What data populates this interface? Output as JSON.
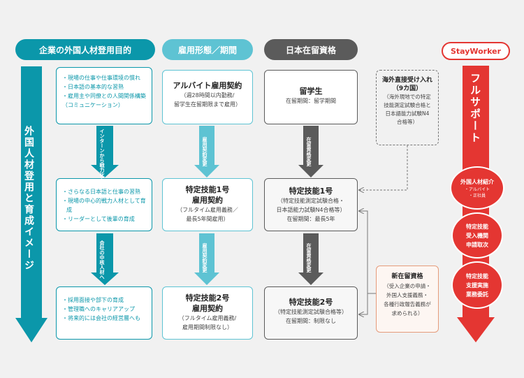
{
  "headers": {
    "purpose": "企業の外国人材登用目的",
    "employment": "雇用形態／期間",
    "residence": "日本在留資格",
    "brand": "StayWorker"
  },
  "left_vertical": "外国人材登用と育成イメージ",
  "purpose_boxes": [
    {
      "bullets": [
        "現場の仕事や仕事環境の慣れ",
        "日本語の基本的な習熟",
        "雇用主や同僚との人間関係構築",
        "（コミュニケーション）"
      ]
    },
    {
      "bullets": [
        "さらなる日本語と仕事の習熟",
        "現場の中心的戦力人材として育成",
        "リーダーとして後輩の育成"
      ]
    },
    {
      "bullets": [
        "採用面接や部下の育成",
        "管理職へのキャリアアップ",
        "将来的には会社の経営層へも"
      ]
    }
  ],
  "purpose_arrows": [
    "インターンから戦力化へ",
    "会社の中核人材へ"
  ],
  "employment_boxes": [
    {
      "title": "アルバイト雇用契約",
      "sub": [
        "（週28時間以内勤務/",
        "留学生在留期限まで雇用）"
      ]
    },
    {
      "title": "特定技能1号",
      "title2": "雇用契約",
      "sub": [
        "（フルタイム雇用義務／",
        "最長5年間雇用）"
      ]
    },
    {
      "title": "特定技能2号",
      "title2": "雇用契約",
      "sub": [
        "（フルタイム雇用義務/",
        "雇用期間制限なし）"
      ]
    }
  ],
  "employment_arrows": [
    "雇用契約変更",
    "雇用契約変更"
  ],
  "residence_boxes": [
    {
      "title": "留学生",
      "sub": [
        "在留期間：留学期間"
      ]
    },
    {
      "title": "特定技能1号",
      "sub": [
        "（特定技能測定試験合格・",
        "日本語能力試験N4合格等）",
        "在留期間：最長5年"
      ]
    },
    {
      "title": "特定技能2号",
      "sub": [
        "（特定技能測定試験合格等）",
        "在留期間：制限なし"
      ]
    }
  ],
  "residence_arrows": [
    "在留資格変更",
    "在留資格変更"
  ],
  "overseas_box": {
    "title": "海外直接受け入れ",
    "title2": "（9カ国）",
    "sub": [
      "（海外現地での特定",
      "技能測定試験合格と",
      "日本語能力試験N4",
      "合格等）"
    ]
  },
  "new_status_box": {
    "title": "新在留資格",
    "sub": [
      "（受入企業の申請・",
      "外国人支援義務・",
      "各種行政報告義務が",
      "求められる）"
    ]
  },
  "support": {
    "vertical": "フルサポート",
    "items": [
      {
        "title": "外国人材紹介",
        "small": [
          "・アルバイト",
          "・正社員"
        ]
      },
      {
        "lines": [
          "特定技能",
          "受入機関",
          "申請取次"
        ]
      },
      {
        "lines": [
          "特定技能",
          "支援実施",
          "業務委託"
        ]
      }
    ]
  },
  "colors": {
    "teal": "#0b97aa",
    "lightblue": "#5ec3d3",
    "gray": "#5b5b5b",
    "red": "#e43632",
    "orange": "#e59b7a"
  }
}
